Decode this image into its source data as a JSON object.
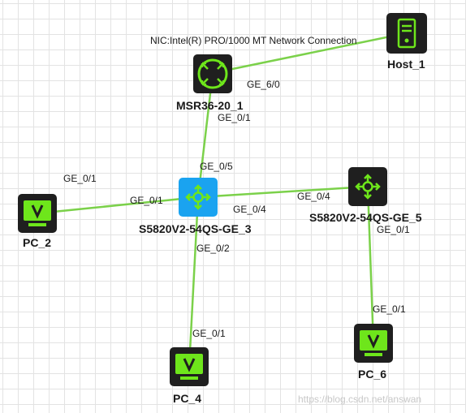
{
  "colors": {
    "link": "#7bd14a",
    "device_dark": "#1f1f1f",
    "device_accent": "#6ee61b",
    "switch_selected": "#1aa3f0"
  },
  "devices": {
    "host_1": {
      "name": "Host_1",
      "icon": "server-icon"
    },
    "msr36": {
      "name": "MSR36-20_1",
      "icon": "router-icon"
    },
    "switch_3": {
      "name": "S5820V2-54QS-GE_3",
      "icon": "switch-icon",
      "selected": true
    },
    "switch_5": {
      "name": "S5820V2-54QS-GE_5",
      "icon": "switch-icon"
    },
    "pc_2": {
      "name": "PC_2",
      "icon": "monitor-icon"
    },
    "pc_4": {
      "name": "PC_4",
      "icon": "monitor-icon"
    },
    "pc_6": {
      "name": "PC_6",
      "icon": "monitor-icon"
    }
  },
  "ports": {
    "host_nic": "NIC:Intel(R) PRO/1000 MT Network Connection",
    "msr_to_host": "GE_6/0",
    "msr_to_sw3": "GE_0/1",
    "sw3_to_msr": "GE_0/5",
    "pc2_to_sw3": "GE_0/1",
    "sw3_to_pc2": "GE_0/1",
    "sw3_to_sw5": "GE_0/4",
    "sw5_to_sw3": "GE_0/4",
    "sw3_to_pc4": "GE_0/2",
    "pc4_to_sw3": "GE_0/1",
    "sw5_to_pc6": "GE_0/1",
    "pc6_to_sw5": "GE_0/1"
  },
  "watermark": "https://blog.csdn.net/answan"
}
